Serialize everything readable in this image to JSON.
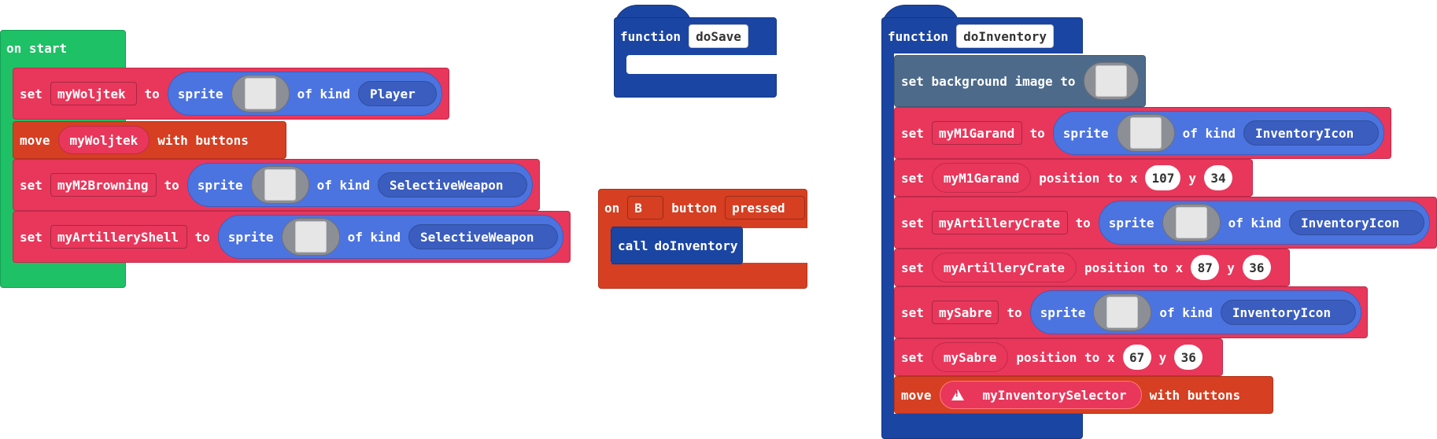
{
  "on_start": {
    "header": "on start",
    "rows": [
      {
        "kw": "set",
        "var": "myWoljtek",
        "to": "to",
        "sprite": "sprite",
        "of_kind": "of kind",
        "kind": "Player"
      },
      {
        "kw": "move",
        "var": "myWoljtek",
        "suffix": "with buttons"
      },
      {
        "kw": "set",
        "var": "myM2Browning",
        "to": "to",
        "sprite": "sprite",
        "of_kind": "of kind",
        "kind": "SelectiveWeapon"
      },
      {
        "kw": "set",
        "var": "myArtilleryShell",
        "to": "to",
        "sprite": "sprite",
        "of_kind": "of kind",
        "kind": "SelectiveWeapon"
      }
    ]
  },
  "do_save": {
    "function_kw": "function",
    "name": "doSave"
  },
  "button_event": {
    "on": "on",
    "button": "B",
    "button_kw": "button",
    "event": "pressed",
    "call_kw": "call",
    "call_name": "doInventory"
  },
  "do_inventory": {
    "function_kw": "function",
    "name": "doInventory",
    "bg_text": "set background image to",
    "rows": [
      {
        "kw": "set",
        "var": "myM1Garand",
        "to": "to",
        "sprite": "sprite",
        "of_kind": "of kind",
        "kind": "InventoryIcon"
      },
      {
        "kw": "set",
        "var": "myM1Garand",
        "pos": "position to x",
        "x": "107",
        "y_kw": "y",
        "y": "34"
      },
      {
        "kw": "set",
        "var": "myArtilleryCrate",
        "to": "to",
        "sprite": "sprite",
        "of_kind": "of kind",
        "kind": "InventoryIcon"
      },
      {
        "kw": "set",
        "var": "myArtilleryCrate",
        "pos": "position to x",
        "x": "87",
        "y_kw": "y",
        "y": "36"
      },
      {
        "kw": "set",
        "var": "mySabre",
        "to": "to",
        "sprite": "sprite",
        "of_kind": "of kind",
        "kind": "InventoryIcon"
      },
      {
        "kw": "set",
        "var": "mySabre",
        "pos": "position to x",
        "x": "67",
        "y_kw": "y",
        "y": "36"
      },
      {
        "kw": "move",
        "var": "myInventorySelector",
        "suffix": "with buttons",
        "warning": "warning-icon"
      }
    ]
  },
  "colors": {
    "events": "#1ec165",
    "sprites": "#e8375b",
    "controller": "#d63f22",
    "functions": "#1b45a2",
    "scene": "#4d6a8a",
    "sprite_reporter": "#4c74e0"
  }
}
